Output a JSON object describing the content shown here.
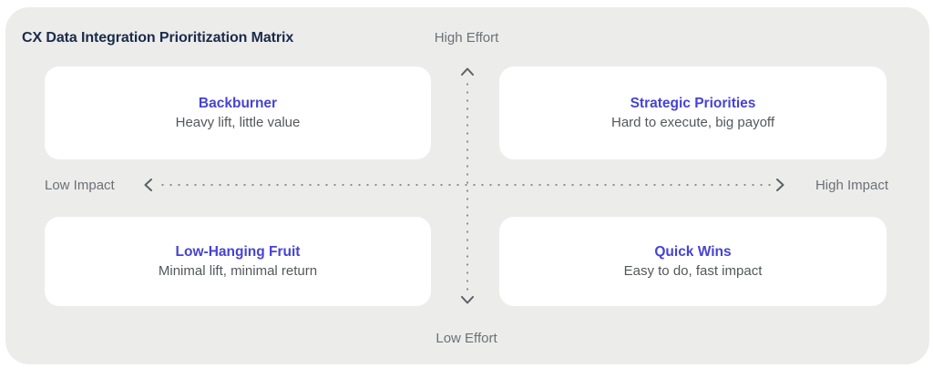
{
  "title": "CX Data Integration Prioritization Matrix",
  "axes": {
    "top": "High Effort",
    "bottom": "Low Effort",
    "left": "Low Impact",
    "right": "High Impact"
  },
  "quadrants": [
    {
      "position": "top-left",
      "title": "Backburner",
      "subtitle": "Heavy lift, little value"
    },
    {
      "position": "top-right",
      "title": "Strategic Priorities",
      "subtitle": "Hard to execute, big payoff"
    },
    {
      "position": "bottom-left",
      "title": "Low-Hanging Fruit",
      "subtitle": "Minimal lift, minimal return"
    },
    {
      "position": "bottom-right",
      "title": "Quick Wins",
      "subtitle": "Easy to do, fast impact"
    }
  ],
  "colors": {
    "accent": "#4643d3",
    "title_navy": "#1a2b4b",
    "subtitle_gray": "#55575c",
    "axis_gray": "#6d7076",
    "dot_gray": "#8c8c8c",
    "chevron_gray": "#5d6065",
    "panel_bg": "#ececeb",
    "card_bg": "#ffffff"
  }
}
